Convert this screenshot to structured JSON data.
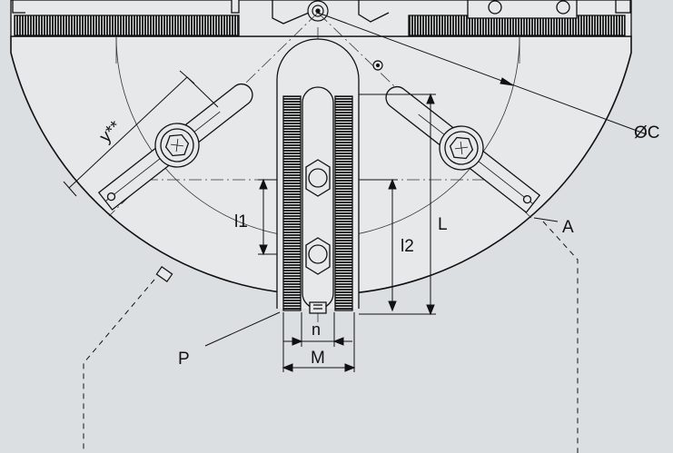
{
  "labels": {
    "y": "y**",
    "diameter": "ØC",
    "a": "A",
    "l": "L",
    "l1": "l1",
    "l2": "l2",
    "n": "n",
    "m": "M",
    "p": "P"
  },
  "colors": {
    "background": "#dcdfe2",
    "face": "#e6e8ea",
    "line": "#111111",
    "thin": "#333333",
    "serration": "#2a2a2a"
  }
}
